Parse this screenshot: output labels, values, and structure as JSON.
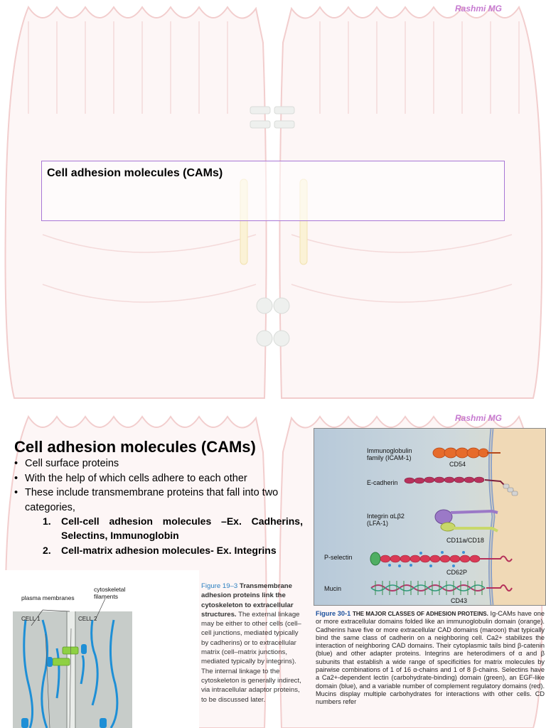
{
  "slide1": {
    "author": "Rashmi MG",
    "title": "Cell adhesion molecules (CAMs)"
  },
  "slide2": {
    "author": "Rashmi MG",
    "title": "Cell adhesion molecules (CAMs)",
    "bullets": [
      "Cell surface proteins",
      "With the help of which cells adhere to each other",
      "These include transmembrane proteins that fall into two categories,"
    ],
    "numbered": [
      {
        "num": "1.",
        "text": "Cell-cell adhesion molecules –Ex. Cadherins, Selectins,  Immunoglobin"
      },
      {
        "num": "2.",
        "text": "Cell-matrix adhesion molecules- Ex. Integrins"
      }
    ],
    "figure_right": {
      "labels": {
        "igcam": "Immunoglobulin family (ICAM-1)",
        "cd54": "CD54",
        "ecadherin": "E-cadherin",
        "integrin": "Integrin αLβ2 (LFA-1)",
        "cd11": "CD11a/CD18",
        "pselectin": "P-selectin",
        "cd62p": "CD62P",
        "mucin": "Mucin",
        "cd43": "CD43"
      },
      "caption_title": "Figure 30-1",
      "caption_head": "THE MAJOR CLASSES OF ADHESION PROTEINS.",
      "caption_body": "Ig-CAMs have one or more extracellular domains folded like an immunoglobulin domain (orange). Cadherins have five or more extracellular CAD domains (maroon) that typically bind the same class of cadherin on a neighboring cell. Ca2+ stabilizes the interaction of neighboring CAD domains. Their cytoplasmic tails bind β-catenin (blue) and other adapter proteins. Integrins are heterodimers of α and β subunits that establish a wide range of specificities for matrix molecules by pairwise combinations of 1 of 16 α-chains and 1 of 8 β-chains. Selectins have a Ca2+-dependent lectin (carbohydrate-binding) domain (green), an EGF-like domain (blue), and a variable number of complement regulatory domains (red). Mucins display multiple carbohydrates for interactions with other cells. CD numbers refer"
    },
    "figure_left": {
      "label_membranes": "plasma membranes",
      "label_filaments": "cytoskeletal filaments",
      "label_cell1": "CELL 1",
      "label_cell2": "CELL 2",
      "caption_num": "Figure 19–3",
      "caption_bold": "Transmembrane adhesion proteins link the cytoskeleton to extracellular structures.",
      "caption_body": "The external linkage may be either to other cells (cell–cell junctions, mediated typically by cadherins) or to extracellular matrix (cell–matrix junctions, mediated typically by integrins). The internal linkage to the cytoskeleton is generally indirect, via intracellular adaptor proteins, to be discussed later."
    }
  },
  "colors": {
    "accent_purple": "#a877d6",
    "author_pink": "#c77bd1",
    "bg_cell_pink": "#f2c8c8"
  }
}
